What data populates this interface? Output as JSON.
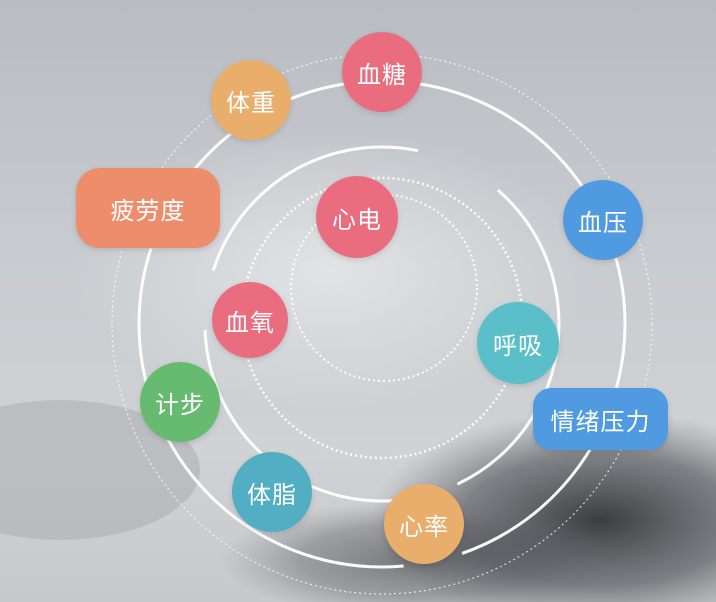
{
  "nodes": {
    "xuetang": "血糖",
    "tizhong": "体重",
    "xueya": "血压",
    "pilaodu": "疲劳度",
    "xindian": "心电",
    "xueyang": "血氧",
    "huxi": "呼吸",
    "jibu": "计步",
    "qingxu": "情绪压力",
    "tizhi": "体脂",
    "xinlv": "心率"
  },
  "colors": {
    "pink": "#ea6d7f",
    "orange": "#e9ae6c",
    "salmon": "#ee8d6c",
    "blue": "#4f9ae0",
    "teal": "#5abfc9",
    "green": "#66bb70",
    "tealblue": "#52aec3"
  }
}
